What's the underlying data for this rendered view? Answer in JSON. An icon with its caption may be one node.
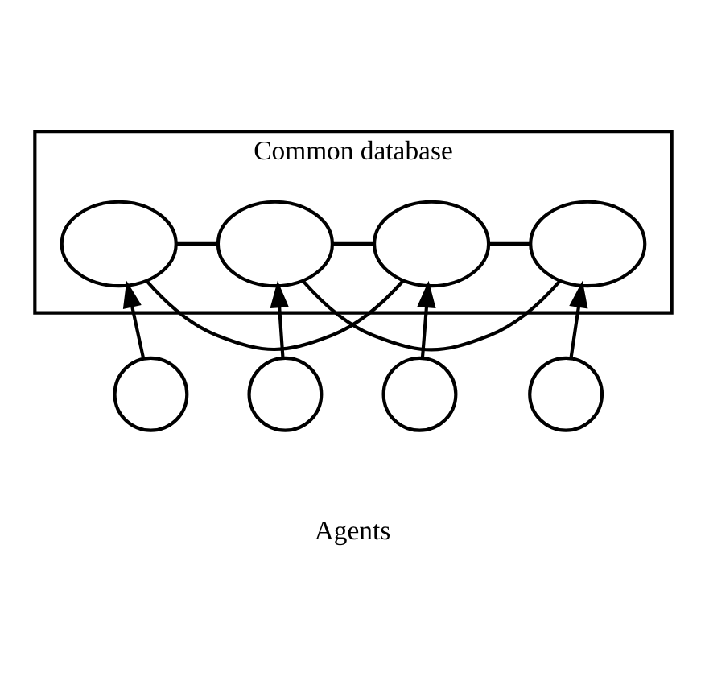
{
  "diagram": {
    "nodes": [
      {
        "text": [
          "Common database"
        ]
      },
      {
        "text": [],
        "shape": "oval",
        "in": 0
      },
      {
        "text": [],
        "shape": "oval",
        "in": 0
      },
      {
        "text": [],
        "shape": "oval",
        "in": 0
      },
      {
        "text": [],
        "shape": "oval",
        "in": 0
      },
      {
        "text": [],
        "shape": "circle"
      },
      {
        "text": [],
        "shape": "circle"
      },
      {
        "text": [],
        "shape": "circle"
      },
      {
        "text": [],
        "shape": "circle"
      }
    ],
    "edges": [
      {
        "from": 1,
        "to": 3,
        "arrow": "none"
      },
      {
        "from": 1,
        "to": 2,
        "arrow": "none"
      },
      {
        "from": 2,
        "to": 3,
        "arrow": "none"
      },
      {
        "from": 4,
        "to": 3,
        "arrow": "none"
      },
      {
        "from": 2,
        "to": 4,
        "arrow": "none"
      },
      {
        "from": 5,
        "to": 1,
        "arrow": "to"
      },
      {
        "from": 6,
        "to": 2,
        "arrow": "to"
      },
      {
        "from": 7,
        "to": 3,
        "arrow": "to"
      },
      {
        "from": 8,
        "to": 4,
        "arrow": "to"
      }
    ],
    "labels": [
      "Agents"
    ]
  }
}
